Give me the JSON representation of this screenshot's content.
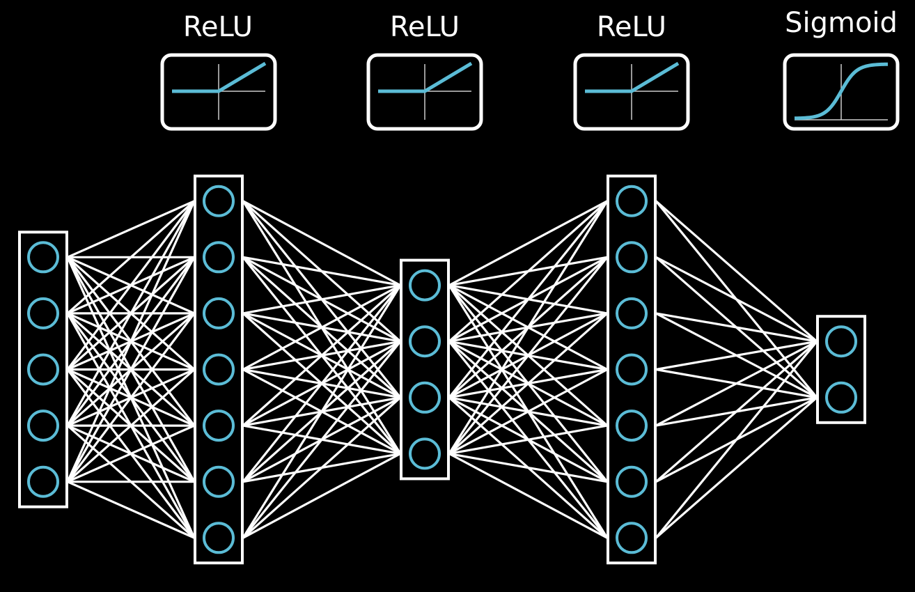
{
  "colors": {
    "background": "#000000",
    "edge": "#ffffff",
    "node": "#5bbcd6",
    "layer_border": "#ffffff"
  },
  "layers": [
    {
      "nodes": 5
    },
    {
      "nodes": 7
    },
    {
      "nodes": 4
    },
    {
      "nodes": 7
    },
    {
      "nodes": 2
    }
  ],
  "activations": [
    {
      "label": "ReLU",
      "type": "relu"
    },
    {
      "label": "ReLU",
      "type": "relu"
    },
    {
      "label": "ReLU",
      "type": "relu"
    },
    {
      "label": "Sigmoid",
      "type": "sigmoid"
    }
  ]
}
